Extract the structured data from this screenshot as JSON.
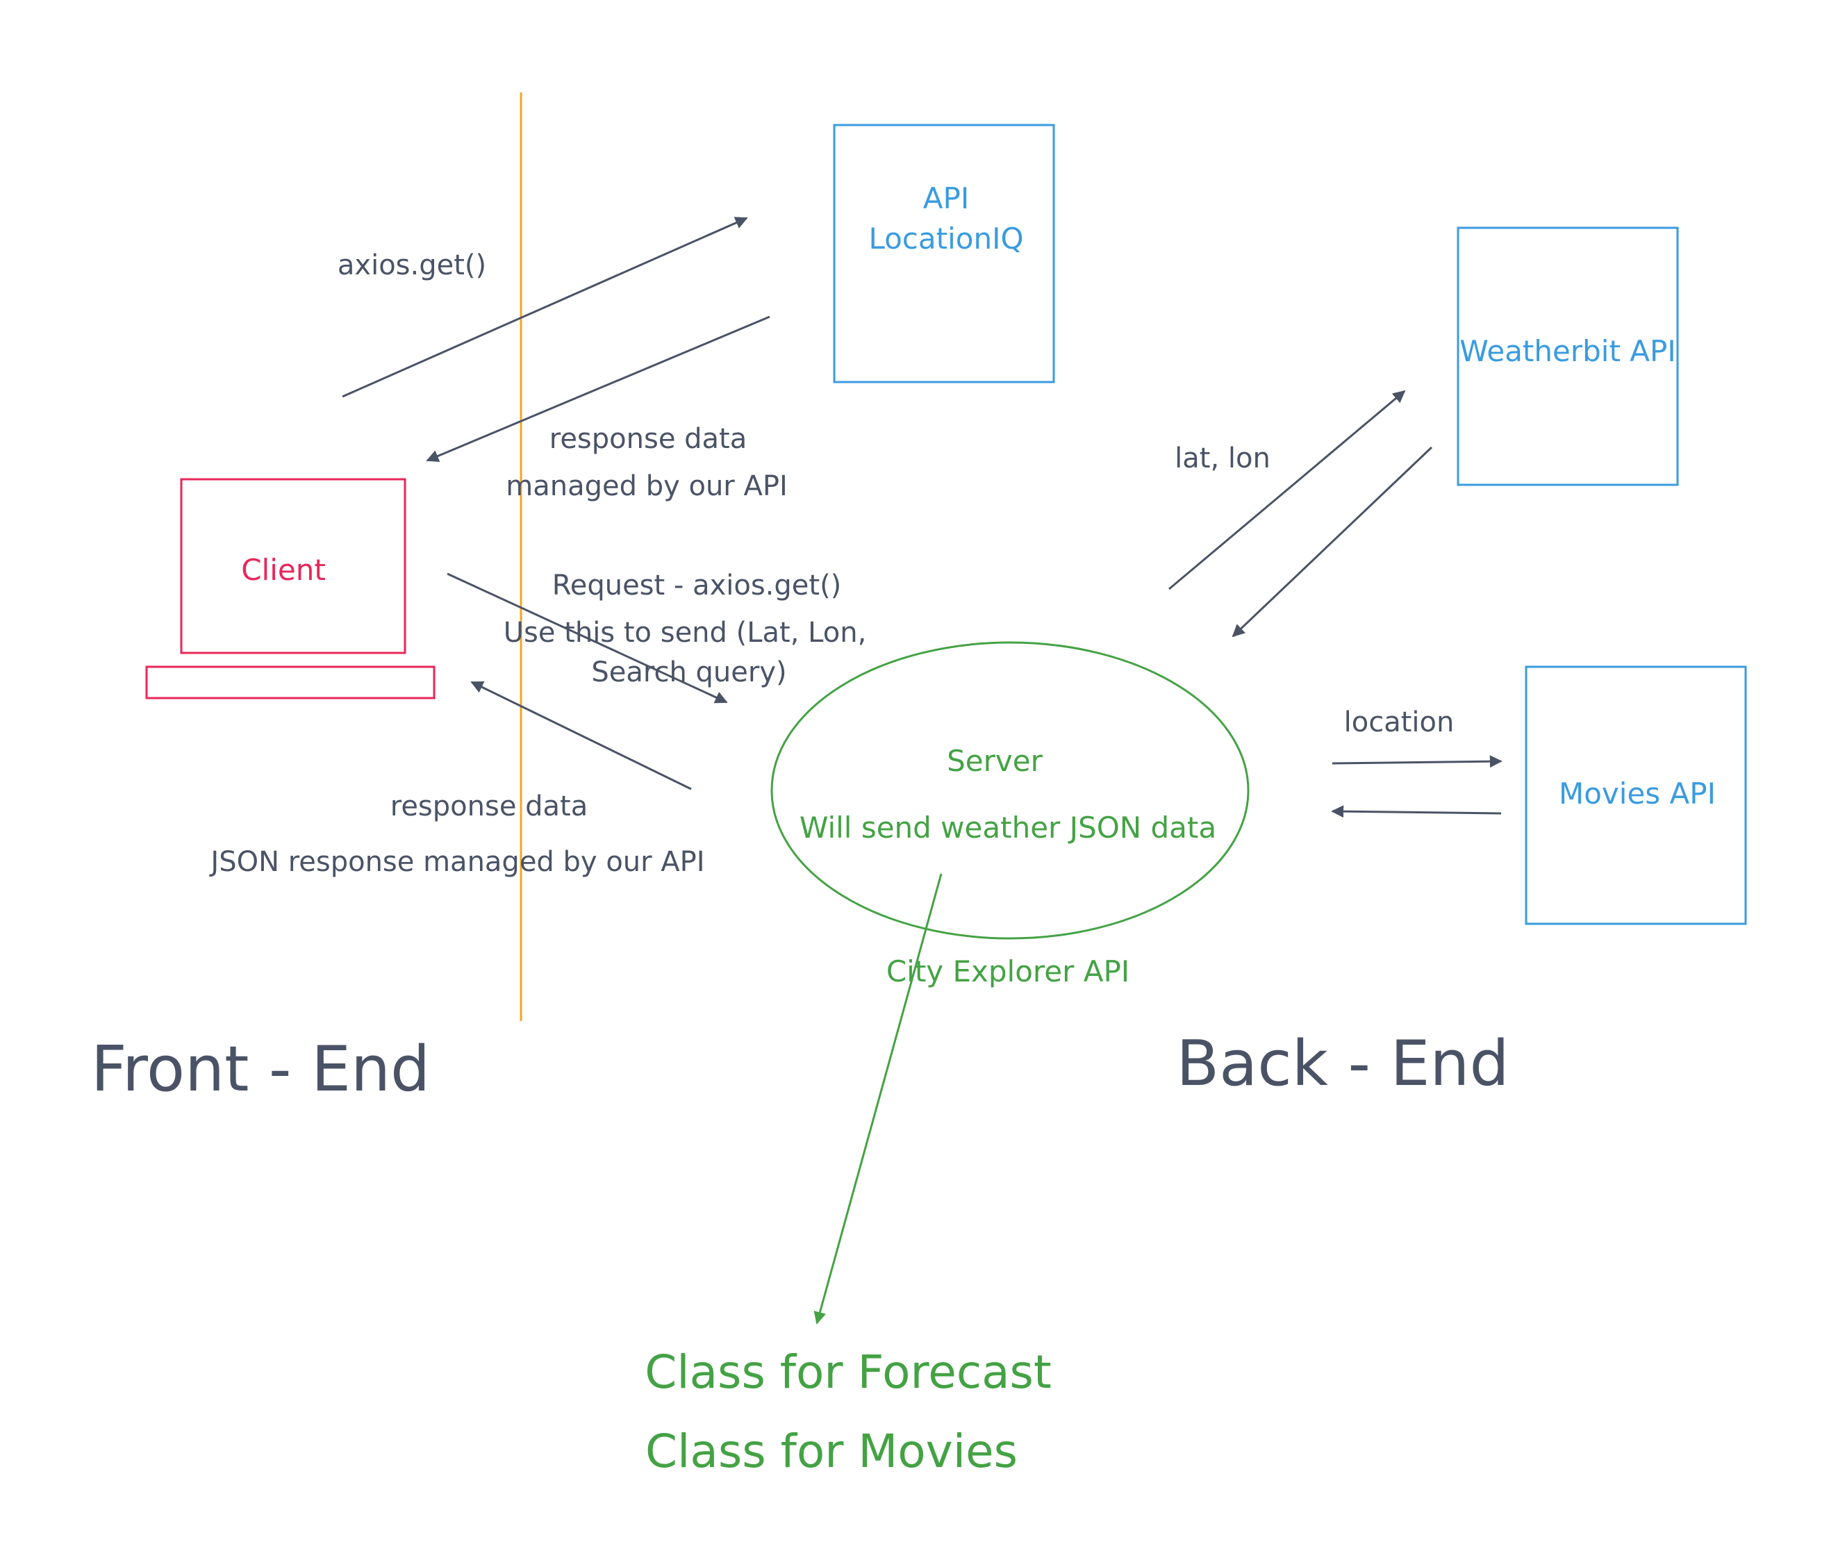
{
  "colors": {
    "divider": "#f5a623",
    "client": "#e8275a",
    "api_box": "#3a9be0",
    "server": "#44a244",
    "arrow": "#4a5366",
    "text": "#4a5366"
  },
  "nodes": {
    "locationiq": {
      "line1": "API",
      "line2": "LocationIQ"
    },
    "weatherbit": {
      "label": "Weatherbit API"
    },
    "movies": {
      "label": "Movies API"
    },
    "client": {
      "label": "Client"
    },
    "server": {
      "title": "Server",
      "subtitle": "Will send weather JSON data",
      "caption": "City Explorer API"
    }
  },
  "labels": {
    "axios_get": "axios.get()",
    "response_data_top_1": "response data",
    "response_data_top_2": "managed by our API",
    "request_1": "Request - axios.get()",
    "request_2": "Use this to send (Lat, Lon,",
    "request_3": "Search query)",
    "response_data_bottom_1": "response data",
    "response_data_bottom_2": "JSON response managed by our API",
    "lat_lon": "lat, lon",
    "location": "location"
  },
  "sections": {
    "front_end": "Front - End",
    "back_end": "Back - End"
  },
  "classes": {
    "forecast": "Class for Forecast",
    "movies": "Class for Movies"
  }
}
